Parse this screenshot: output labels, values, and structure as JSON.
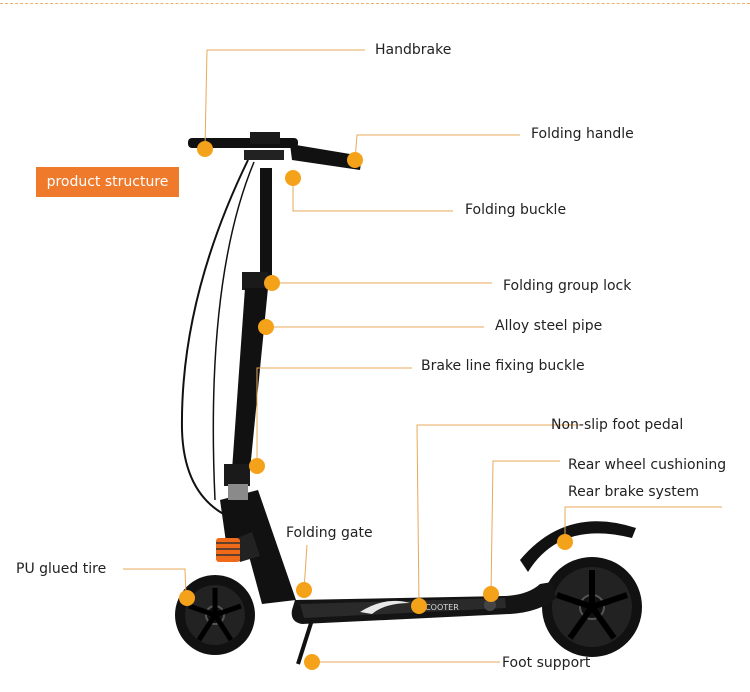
{
  "tag": "product structure",
  "labels": {
    "handbrake": "Handbrake",
    "folding_handle": "Folding handle",
    "folding_buckle": "Folding buckle",
    "folding_group_lock": "Folding group lock",
    "alloy_steel_pipe": "Alloy steel pipe",
    "brake_line_fixing_buckle": "Brake line fixing buckle",
    "non_slip_foot_pedal": "Non-slip foot pedal",
    "rear_wheel_cushioning": "Rear wheel cushioning",
    "rear_brake_system": "Rear brake system",
    "folding_gate": "Folding gate",
    "pu_glued_tire": "PU glued tire",
    "foot_support": "Foot support"
  },
  "deck_print": "SCOOTER",
  "colors": {
    "accent": "#f07a2c",
    "dot": "#f5a21b",
    "leader": "#e8a85a",
    "scooter": "#111111",
    "spring": "#f06a1a"
  }
}
